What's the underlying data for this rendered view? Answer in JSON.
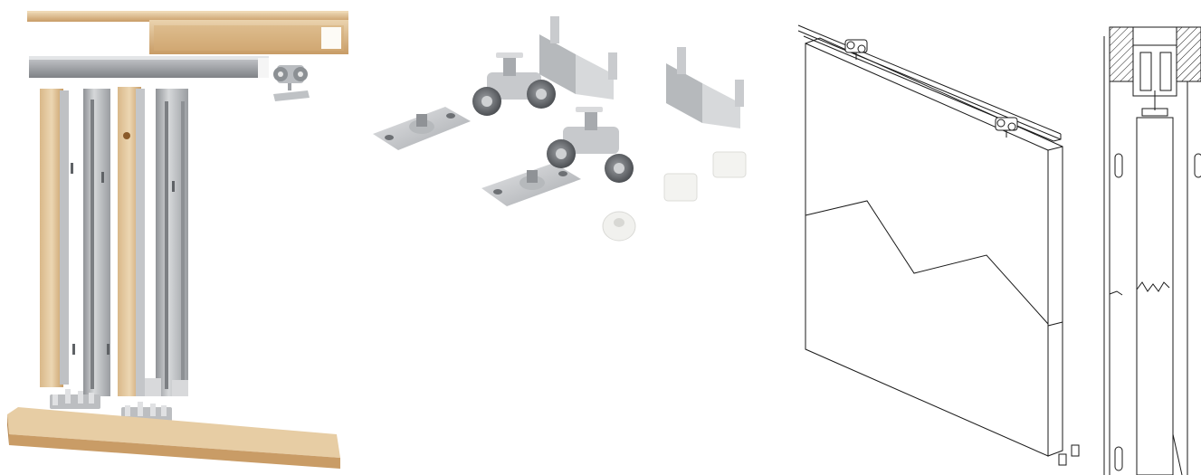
{
  "figure": {
    "panels": [
      {
        "name": "wooden-pocket-frame-kit",
        "kind": "photo"
      },
      {
        "name": "roller-hardware-set",
        "kind": "photo"
      },
      {
        "name": "door-track-isometric-drawing",
        "kind": "line-drawing"
      },
      {
        "name": "track-section-drawing",
        "kind": "line-drawing"
      }
    ]
  },
  "colors": {
    "wood_light": "#e2c8a0",
    "wood_mid": "#d2ac78",
    "wood_dark": "#b88a54",
    "metal_light": "#d4d6d8",
    "metal_mid": "#a8abae",
    "metal_dark": "#7d8084",
    "plastic_white": "#f2f2ef",
    "line": "#1a1a1a"
  }
}
